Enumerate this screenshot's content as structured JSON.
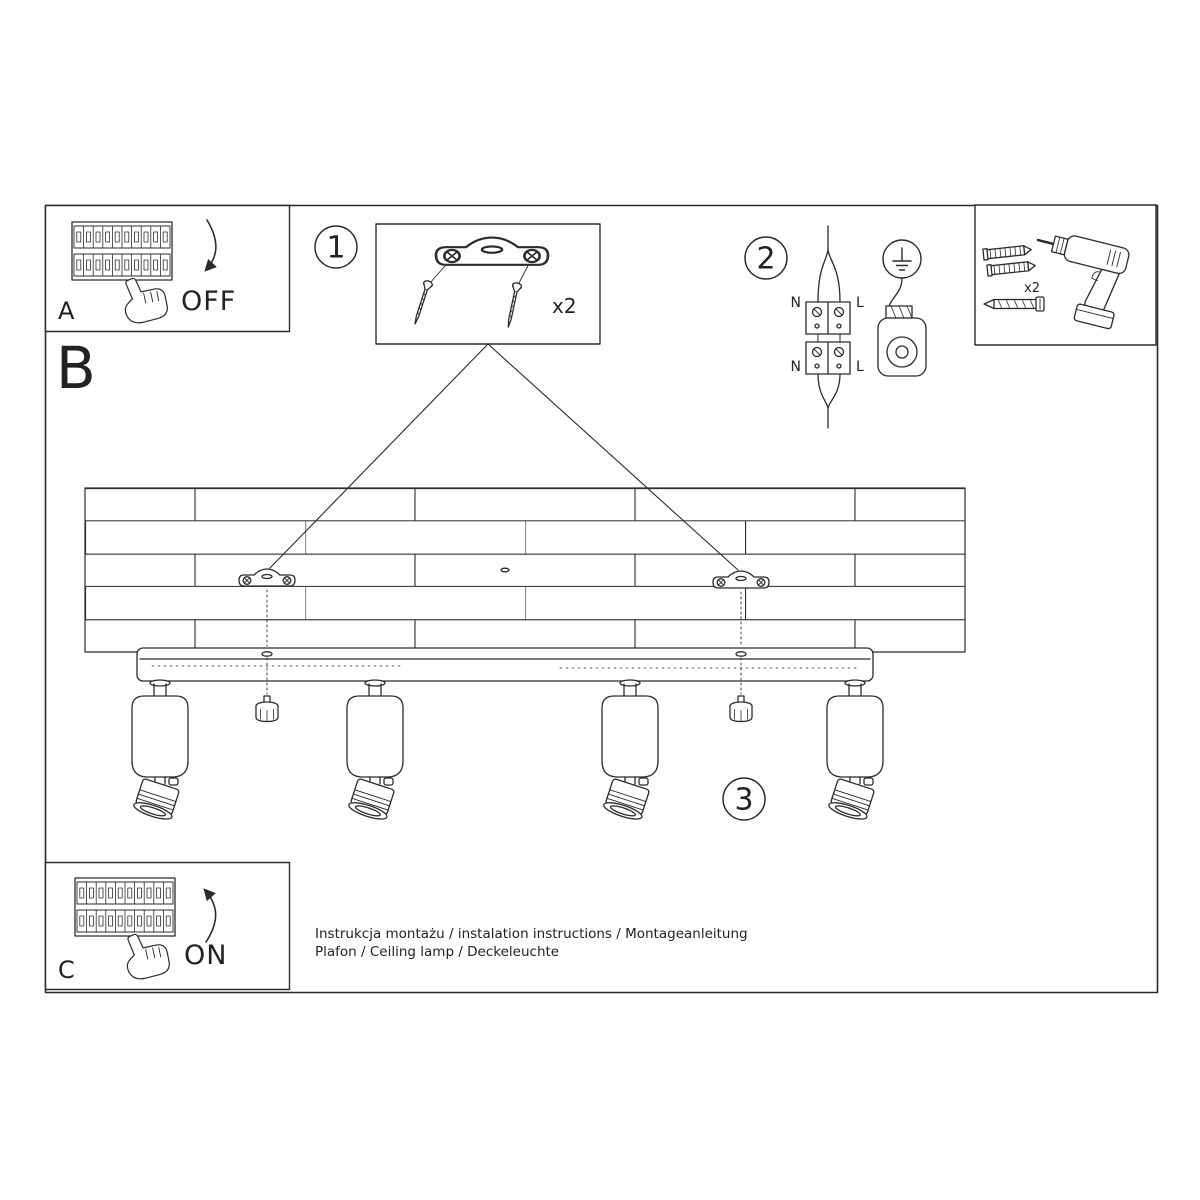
{
  "colors": {
    "ink": "#2b2b2b",
    "paper": "#ffffff"
  },
  "labels": {
    "section_a": "A",
    "section_b": "B",
    "section_c": "C",
    "step_1": "1",
    "step_2": "2",
    "step_3": "3",
    "switch_off": "OFF",
    "switch_on": "ON",
    "bracket_qty": "x2",
    "anchor_qty": "x2",
    "wire_top_n": "N",
    "wire_top_l": "L",
    "wire_bottom_n": "N",
    "wire_bottom_l": "L"
  },
  "footer": {
    "line1": "Instrukcja montażu / instalation instructions / Montageanleitung",
    "line2": "Plafon / Ceiling lamp / Deckeleuchte"
  }
}
